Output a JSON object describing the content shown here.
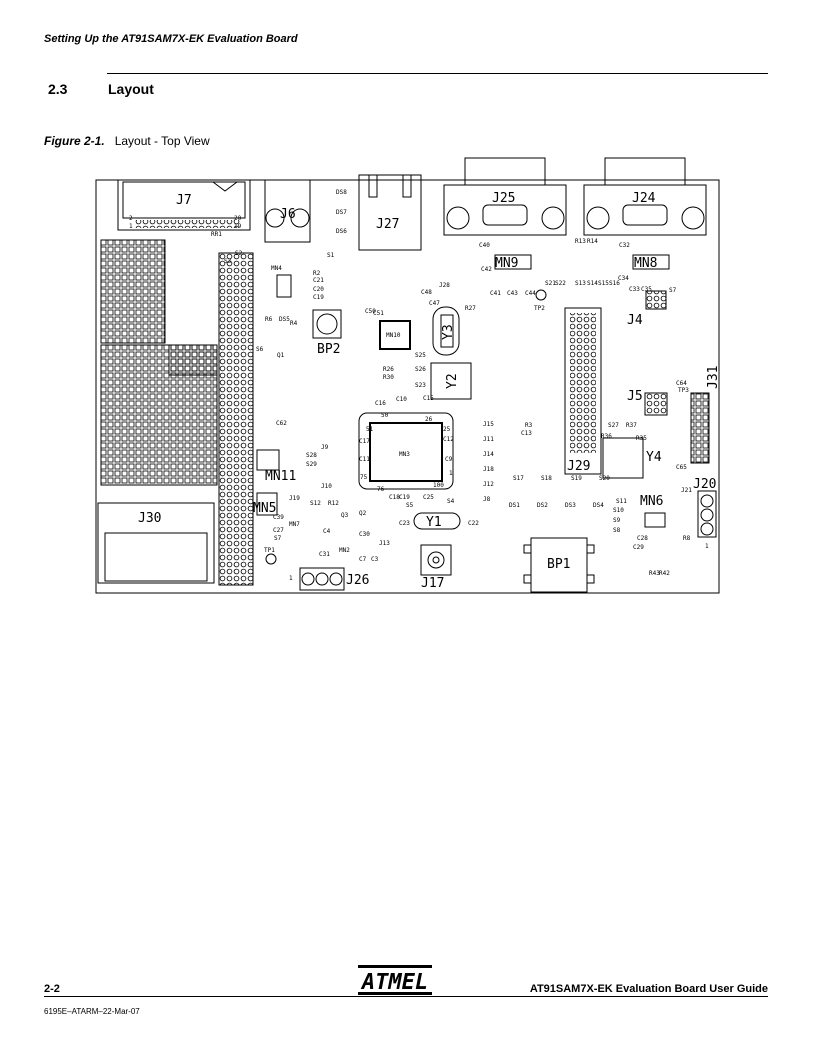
{
  "header": {
    "running_title": "Setting Up the AT91SAM7X-EK Evaluation Board"
  },
  "section": {
    "number": "2.3",
    "title": "Layout"
  },
  "figure": {
    "label": "Figure 2-1.",
    "caption": "Layout - Top View"
  },
  "board": {
    "connectors": {
      "j7": "J7",
      "j6": "J6",
      "j27": "J27",
      "j25": "J25",
      "j24": "J24",
      "j4": "J4",
      "j5": "J5",
      "j31": "J31",
      "j29": "J29",
      "j30": "J30",
      "j26": "J26",
      "j17": "J17",
      "j20": "J20"
    },
    "chips": {
      "mn3": "MN3",
      "mn10": "MN10",
      "mn9": "MN9",
      "mn8": "MN8",
      "mn11": "MN11",
      "mn5": "MN5",
      "mn6": "MN6",
      "mn4": "MN4",
      "mn2": "MN2",
      "mn7": "MN7"
    },
    "crystals": {
      "y1": "Y1",
      "y2": "Y2",
      "y3": "Y3",
      "y4": "Y4"
    },
    "misc": {
      "bp1": "BP1",
      "bp2": "BP2",
      "tp1": "TP1",
      "tp2": "TP2",
      "tp3": "TP3",
      "q1": "Q1",
      "q2": "Q2",
      "rr1": "RR1",
      "s1": "S1",
      "s2": "S2",
      "s3": "S3",
      "pin1_j20": "1",
      "pin1_j26": "1",
      "j7_pin2": "2",
      "j7_pin1": "1",
      "j7_pin20": "20",
      "j7_pin19": "19",
      "mn3_p1": "1",
      "mn3_p75": "75",
      "mn3_p26": "26",
      "mn3_p51": "51",
      "mn3_p76": "76",
      "mn3_p100": "100",
      "mn3_p50": "50",
      "mn3_p25": "25"
    },
    "small_parts": {
      "ds8": "DS8",
      "ds7": "DS7",
      "ds6": "DS6",
      "r2": "R2",
      "c21": "C21",
      "c20": "C20",
      "c19": "C19",
      "r6": "R6",
      "ds5": "DS5",
      "r4": "R4",
      "s6": "S6",
      "c40": "C40",
      "c42": "C42",
      "c41": "C41",
      "c43": "C43",
      "c44": "C44",
      "s21": "S21",
      "s22": "S22",
      "r13": "R13",
      "r14": "R14",
      "s13": "S13",
      "s14": "S14",
      "s15": "S15",
      "s16": "S16",
      "c32": "C32",
      "c34": "C34",
      "c33": "C33",
      "c35": "C35",
      "s7": "S7",
      "j28": "J28",
      "r27": "R27",
      "c50": "C50",
      "c51": "C51",
      "c47": "C47",
      "c48": "C48",
      "r26": "R26",
      "r30": "R30",
      "s26": "S26",
      "s23": "S23",
      "s25": "S25",
      "c16": "C16",
      "c10": "C10",
      "c15": "C15",
      "c17": "C17",
      "c11": "C11",
      "c12": "C12",
      "c9": "C9",
      "j9": "J9",
      "j10": "J10",
      "j15": "J15",
      "j11": "J11",
      "j14": "J14",
      "j18": "J18",
      "j12": "J12",
      "j8": "J8",
      "c18": "C18",
      "c19b": "C19",
      "c25": "C25",
      "s5": "S5",
      "s4": "S4",
      "r3": "R3",
      "c13": "C13",
      "c64": "C64",
      "c65": "C65",
      "s27": "S27",
      "r37": "R37",
      "r36": "R36",
      "r35": "R35",
      "s17": "S17",
      "s18": "S18",
      "s19": "S19",
      "s20": "S20",
      "ds1": "DS1",
      "ds2": "DS2",
      "ds3": "DS3",
      "ds4": "DS4",
      "s11": "S11",
      "s10": "S10",
      "s9": "S9",
      "s8": "S8",
      "c28": "C28",
      "c29": "C29",
      "r8": "R8",
      "j21": "J21",
      "r43": "R43",
      "r42": "R42",
      "c62": "C62",
      "s28": "S28",
      "s29": "S29",
      "s12": "S12",
      "r12": "R12",
      "c39": "C39",
      "c27": "C27",
      "s7b": "S7",
      "j19": "J19",
      "c31": "C31",
      "c30": "C30",
      "c4": "C4",
      "q3": "Q3",
      "j13": "J13",
      "c7": "C7",
      "c3": "C3",
      "c23": "C23",
      "c22": "C22"
    }
  },
  "footer": {
    "page_number": "2-2",
    "guide_title": "AT91SAM7X-EK Evaluation Board User Guide",
    "doc_id": "6195E–ATARM–22-Mar-07"
  }
}
